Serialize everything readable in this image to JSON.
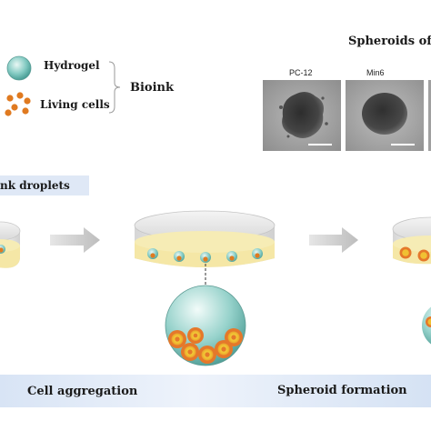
{
  "legend": {
    "hydrogel_label": "Hydrogel",
    "living_cells_label": "Living cells",
    "bioink_label": "Bioink"
  },
  "spheroids_panel": {
    "title": "Spheroids of",
    "images": [
      {
        "label": "PC-12"
      },
      {
        "label": "Min6"
      }
    ]
  },
  "step_box": {
    "label": "nk droplets"
  },
  "bottom_bar": {
    "labels": [
      "Cell aggregation",
      "Spheroid formation"
    ]
  },
  "colors": {
    "hydrogel": "#7fc8c0",
    "cells": "#e0761f",
    "medium": "#f5e7a6",
    "arrow": "#c9c9c9",
    "step_box": "#dfe8f6"
  }
}
